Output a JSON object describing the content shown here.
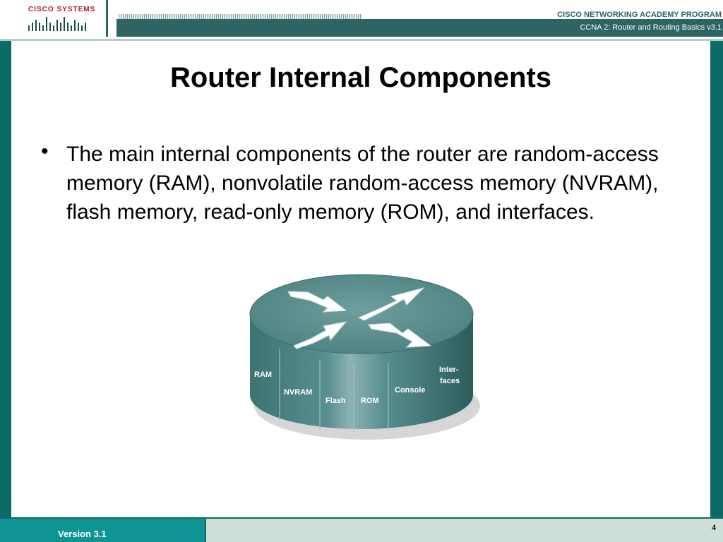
{
  "header": {
    "logo_text": "CISCO SYSTEMS",
    "program_title": "CISCO NETWORKING ACADEMY PROGRAM",
    "course_title": "CCNA 2: Router and Routing Basics v3.1"
  },
  "slide": {
    "title": "Router Internal Components",
    "bullet": "The main internal components of the router are random-access memory (RAM), nonvolatile random-access memory (NVRAM), flash memory, read-only memory (ROM), and interfaces.",
    "router_labels": {
      "ram": "RAM",
      "nvram": "NVRAM",
      "flash": "Flash",
      "rom": "ROM",
      "console": "Console",
      "interfaces_line1": "Inter-",
      "interfaces_line2": "faces"
    }
  },
  "footer": {
    "version": "Version 3.1",
    "page_number": "4"
  },
  "colors": {
    "teal_dark": "#0d6b66",
    "teal_header": "#2e6464",
    "footer_teal": "#0f9393",
    "footer_light": "#cfe0d8",
    "logo_red": "#b01919"
  }
}
